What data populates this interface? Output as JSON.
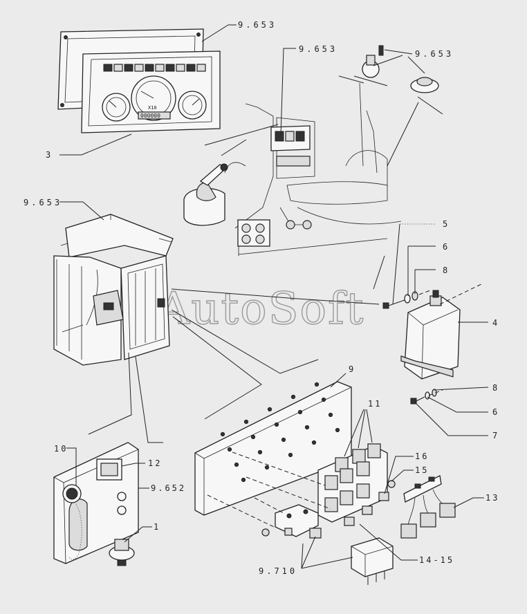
{
  "watermark": "AutoSoft",
  "callouts": [
    {
      "id": "c-9653-dash",
      "text": "9.653"
    },
    {
      "id": "c-9653-cab-interior",
      "text": "9.653"
    },
    {
      "id": "c-9653-switches",
      "text": "9.653"
    },
    {
      "id": "c-3",
      "text": "3"
    },
    {
      "id": "c-9653-cab",
      "text": "9.653"
    },
    {
      "id": "c-5",
      "text": "5"
    },
    {
      "id": "c-6-top",
      "text": "6"
    },
    {
      "id": "c-8-top",
      "text": "8"
    },
    {
      "id": "c-4",
      "text": "4"
    },
    {
      "id": "c-9",
      "text": "9"
    },
    {
      "id": "c-8-bottom",
      "text": "8"
    },
    {
      "id": "c-6-bottom",
      "text": "6"
    },
    {
      "id": "c-7",
      "text": "7"
    },
    {
      "id": "c-11",
      "text": "11"
    },
    {
      "id": "c-10",
      "text": "10"
    },
    {
      "id": "c-12",
      "text": "12"
    },
    {
      "id": "c-16",
      "text": "16"
    },
    {
      "id": "c-15",
      "text": "15"
    },
    {
      "id": "c-9652",
      "text": "9.652"
    },
    {
      "id": "c-13",
      "text": "13"
    },
    {
      "id": "c-1",
      "text": "1"
    },
    {
      "id": "c-9710",
      "text": "9.710"
    },
    {
      "id": "c-14-15",
      "text": "14-15"
    }
  ],
  "gauge": {
    "unit_label": "X10",
    "odometer": "000000"
  }
}
